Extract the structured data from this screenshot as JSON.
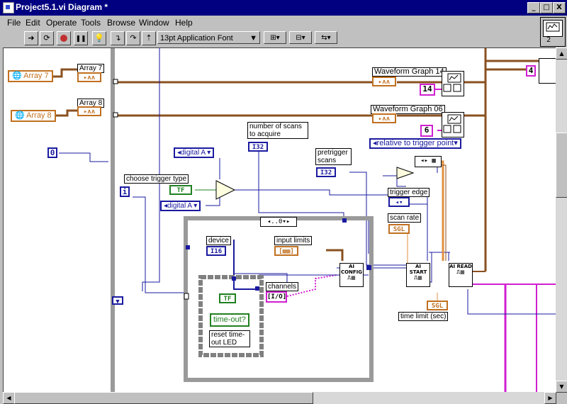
{
  "window": {
    "title": "Project5.1.vi Diagram *"
  },
  "titlebar_buttons": [
    "_",
    "□",
    "X"
  ],
  "menu": [
    "File",
    "Edit",
    "Operate",
    "Tools",
    "Browse",
    "Window",
    "Help"
  ],
  "toolbar": {
    "font": "13pt Application Font"
  },
  "connector_pane": {
    "number": "2"
  },
  "diagram": {
    "array7_terminal": "Array 7",
    "array8_terminal": "Array 8",
    "array7_label": "Array 7",
    "array8_label": "Array 8",
    "graph14_label": "Waveform Graph 14",
    "graph06_label": "Waveform Graph 06",
    "const_14": "14",
    "const_6": "6",
    "const_4": "4",
    "relative_ring": "relative to trigger point",
    "const_zero": "0",
    "digital_a_1": "digital A",
    "digital_a_2": "digital A",
    "choose_trigger_label": "choose trigger type",
    "tf_terminal": "TF",
    "i_terminal": "i",
    "num_scans_label": "number of scans to acquire",
    "i32_a": "I32",
    "pretrigger_label": "pretrigger scans",
    "i32_b": "I32",
    "trigger_edge_label": "trigger edge",
    "scan_rate_label": "scan rate",
    "sgl_a": "SGL",
    "sgl_b": "SGL",
    "time_limit_label": "time limit (sec)",
    "case_selector": "..0",
    "device_label": "device",
    "i16": "I16",
    "input_limits_label": "input limits",
    "channels_label": "channels",
    "io_terminal": "I/O",
    "tf_small": "TF",
    "timeout_indicator": "time-out?",
    "reset_label": "reset time-out LED",
    "ai_config": "AI CONFIG",
    "ai_start": "AI START",
    "ai_read": "AI READ"
  }
}
